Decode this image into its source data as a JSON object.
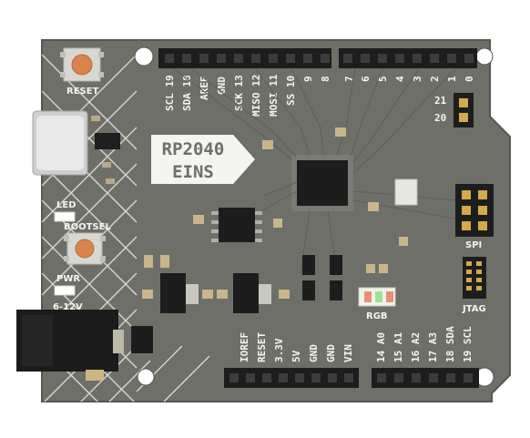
{
  "board": {
    "title_line1": "RP2040",
    "title_line2": "EINS",
    "colors": {
      "pcb": "#6e6f68",
      "silk": "#f4f4f0",
      "header": "#1d1d1d",
      "pin": "#8a8a80"
    }
  },
  "labels": {
    "reset": "RESET",
    "led": "LED",
    "bootsel": "BOOTSEL",
    "pwr": "PWR",
    "voltage": "6-12V",
    "spi": "SPI",
    "jtag": "JTAG",
    "rgb": "RGB"
  },
  "top_header_labels": [
    "SCL 19",
    "SDA 18",
    "AREF",
    "GND",
    "SCK 13",
    "MISO 12",
    "MOSI 11",
    "SS 10",
    "9",
    "8"
  ],
  "top_right_labels": [
    "7",
    "6",
    "5",
    "4",
    "3",
    "2",
    "1",
    "0"
  ],
  "side_header_labels": [
    "21",
    "20"
  ],
  "power_header_labels": [
    "IOREF",
    "RESET",
    "3.3V",
    "5V",
    "GND",
    "GND",
    "VIN"
  ],
  "analog_header_labels": [
    "14 A0",
    "15 A1",
    "16 A2",
    "17 A3",
    "18 SDA",
    "19 SCL"
  ],
  "icons": [
    "reset-button-icon",
    "bootsel-button-icon",
    "usb-c-port-icon",
    "dc-barrel-jack-icon",
    "rp2040-chip-icon"
  ]
}
